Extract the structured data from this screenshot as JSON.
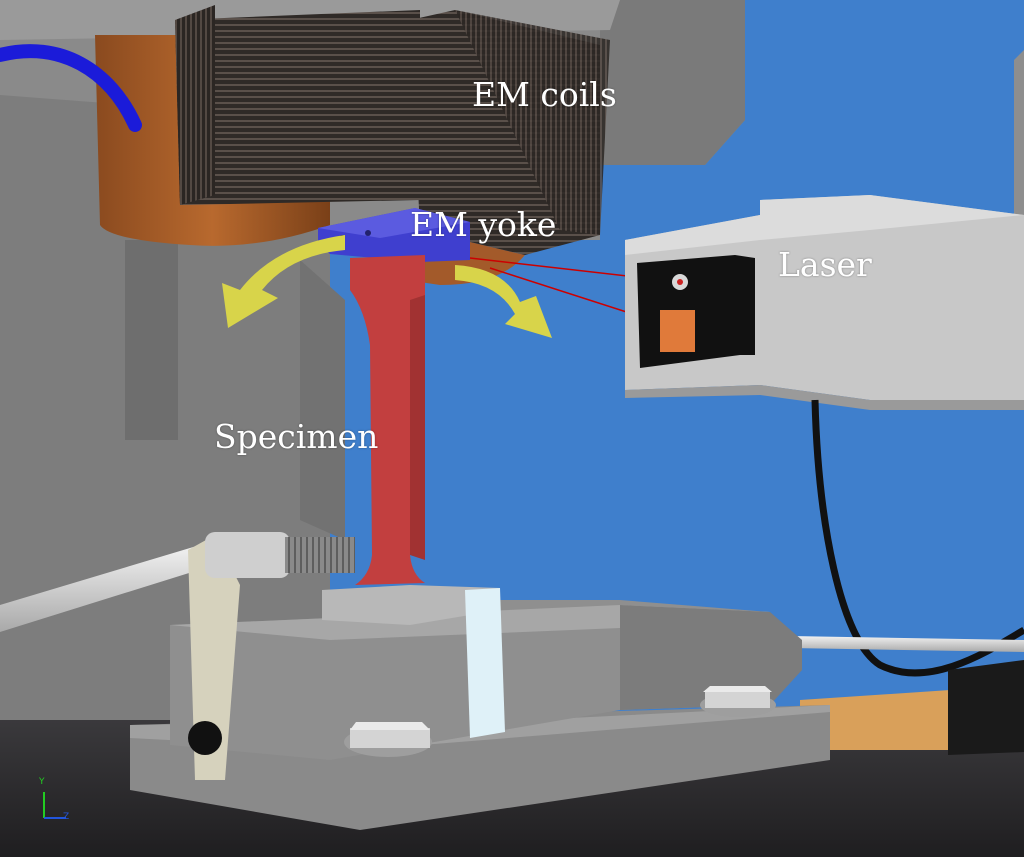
{
  "labels": {
    "em_coils": "EM coils",
    "em_yoke": "EM yoke",
    "laser": "Laser",
    "specimen": "Specimen"
  },
  "axis_triad": {
    "y": "Y",
    "z": "Z"
  },
  "colors": {
    "background_wall": "#3f7fcc",
    "frame_gray": "#7d7d7d",
    "coil_copper": "#a35a2a",
    "coil_winding": "#3a3430",
    "yoke_blue": "#3f3fcf",
    "specimen_red": "#c23f3f",
    "arrow_yellow": "#d8d44a",
    "laser_housing": "#c8c8c8",
    "laser_window": "#111111",
    "laser_detector": "#e07a3a",
    "laser_beam": "#cc0000",
    "base_gray": "#8f8f8f",
    "floor_dark": "#2b2a2c",
    "wood_floor": "#d9a05a",
    "label_text": "#ffffff"
  }
}
